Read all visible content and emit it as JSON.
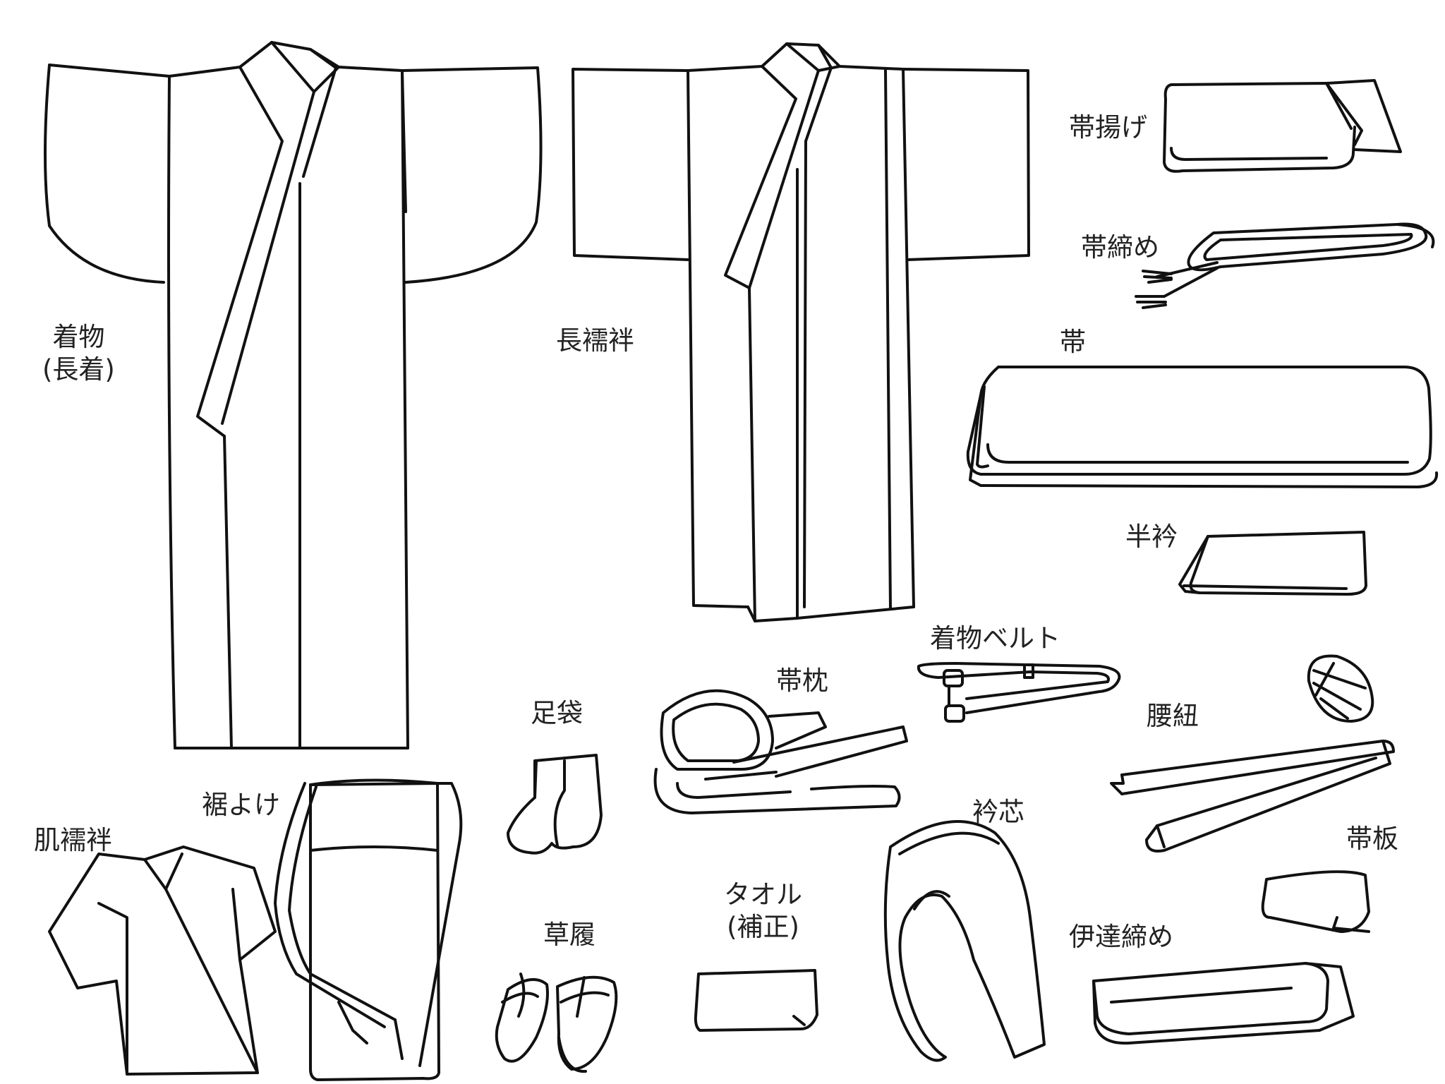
{
  "items": {
    "kimono": {
      "line1": "着物",
      "line2": "(長着)"
    },
    "nagajuban": {
      "label": "長襦袢"
    },
    "obiage": {
      "label": "帯揚げ"
    },
    "obijime": {
      "label": "帯締め"
    },
    "obi": {
      "label": "帯"
    },
    "haneri": {
      "label": "半衿"
    },
    "kimono_belt": {
      "label": "着物ベルト"
    },
    "obimakura": {
      "label": "帯枕"
    },
    "tabi": {
      "label": "足袋"
    },
    "koshihimo": {
      "label": "腰紐"
    },
    "susoyoke": {
      "label": "裾よけ"
    },
    "hadajuban": {
      "label": "肌襦袢"
    },
    "erishin": {
      "label": "衿芯"
    },
    "obiita": {
      "label": "帯板"
    },
    "towel": {
      "line1": "タオル",
      "line2": "(補正)"
    },
    "zori": {
      "label": "草履"
    },
    "datejime": {
      "label": "伊達締め"
    }
  }
}
